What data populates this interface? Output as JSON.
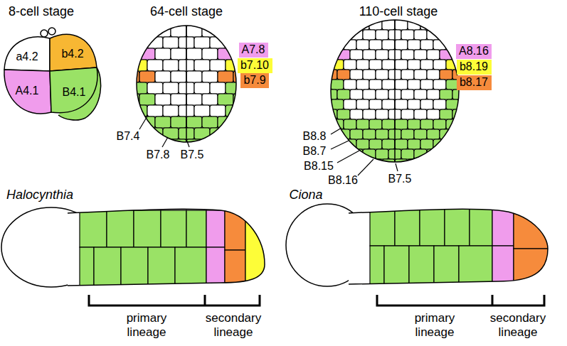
{
  "diagram": {
    "nodes": [
      {
        "text": [
          "a4.2"
        ]
      },
      {
        "text": [
          "b4.2"
        ]
      },
      {
        "text": [
          "A4.1"
        ]
      },
      {
        "text": [
          "B4.1"
        ]
      },
      {
        "text": [
          "A7.8"
        ]
      },
      {
        "text": [
          "b7.10"
        ]
      },
      {
        "text": [
          "b7.9"
        ]
      },
      {
        "text": [
          "A8.16"
        ]
      },
      {
        "text": [
          "b8.19"
        ]
      },
      {
        "text": [
          "b8.17"
        ]
      }
    ],
    "labels": [
      "8-cell stage",
      "64-cell stage",
      "110-cell stage",
      "B7.4",
      "B7.8",
      "B7.5",
      "B8.8",
      "B8.7",
      "B8.15",
      "B8.16",
      "B7.5",
      "Halocynthia",
      "primary lineage",
      "secondary lineage",
      "Ciona",
      "primary lineage",
      "secondary lineage"
    ]
  }
}
